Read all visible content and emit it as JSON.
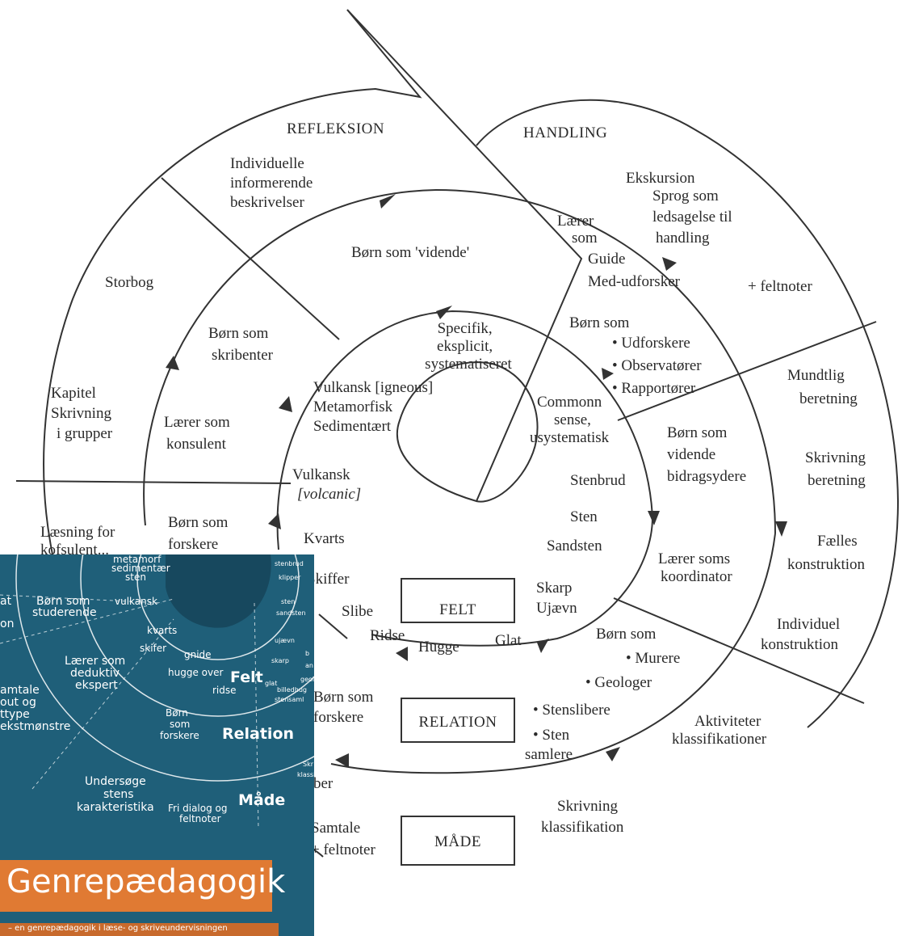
{
  "sections": {
    "refleksion": "REFLEKSION",
    "handling": "HANDLING"
  },
  "boxes": {
    "felt": "FELT",
    "relation": "RELATION",
    "maade": "MÅDE"
  },
  "labels": {
    "individuelle": [
      "Individuelle",
      "informerende",
      "beskrivelser"
    ],
    "storbog": "Storbog",
    "kapitel": [
      "Kapitel",
      "Skrivning",
      "i grupper"
    ],
    "laesning": [
      "Læsning for",
      "kofsulent..."
    ],
    "born_videnden": "Børn som 'vidende'",
    "born_skribenter": [
      "Børn som",
      "skribenter"
    ],
    "laerer_konsulent": [
      "Lærer som",
      "konsulent"
    ],
    "born_forskere": [
      "Børn som",
      "forskere"
    ],
    "specifik": [
      "Specifik,",
      "eksplicit,",
      "systematiseret"
    ],
    "vulkansk_igneous": [
      "Vulkansk [igneous]",
      "Metamorfisk",
      "Sedimentært"
    ],
    "vulkansk_volcanic": [
      "Vulkansk",
      "[volcanic]"
    ],
    "kvarts": "Kvarts",
    "skiffer": "Skiffer",
    "slibe": "Slibe",
    "ridse": "Ridse",
    "hugge": "Hugge",
    "glat": "Glat",
    "ekskursion": "Ekskursion",
    "sprog": [
      "Sprog som",
      "ledsagelse til",
      "handling"
    ],
    "laerer_guide": [
      "Lærer",
      "som",
      "Guide",
      "Med-udforsker"
    ],
    "feltnoter": "+ feltnoter",
    "born_som_list": [
      "Børn som",
      "• Udforskere",
      "• Observatører",
      "• Rapportører"
    ],
    "common_sense": [
      "Commonn",
      "sense,",
      "usystematisk"
    ],
    "stenbrud": "Stenbrud",
    "sten": "Sten",
    "sandsten": "Sandsten",
    "skarp": [
      "Skarp",
      "Ujævn"
    ],
    "born_bidrag": [
      "Børn som",
      "vidende",
      "bidragsydere"
    ],
    "laerer_koordinator": [
      "Lærer soms",
      "koordinator"
    ],
    "mundtlig": [
      "Mundtlig",
      "beretning"
    ],
    "skrivning_beretning": [
      "Skrivning",
      "beretning"
    ],
    "faelles": [
      "Fælles",
      "konstruktion"
    ],
    "individuel": [
      "Individuel",
      "konstruktion"
    ],
    "born_murere": [
      "Børn som",
      "•   Murere",
      "•   Geologer"
    ],
    "stenslibere": [
      "•   Stenslibere",
      "•   Sten",
      "samlere"
    ],
    "aktiviteter": [
      "Aktiviteter",
      "klassifikationer"
    ],
    "born_forskere2": [
      "Børn som",
      "forskere"
    ],
    "ber": "ber",
    "samtale": [
      "Samtale",
      "+ feltnoter"
    ],
    "skrivning_klass": [
      "Skrivning",
      "klassifikation"
    ]
  },
  "cover": {
    "title": "Genrepædagogik",
    "subtitle": "– en genrepædagogik i læse- og skriveundervisningen",
    "rings": {
      "felt": "Felt",
      "relation": "Relation",
      "maade": "Måde"
    },
    "texts": {
      "metamorf": [
        "metamorf",
        "sedimentær",
        "sten"
      ],
      "born_studerende": [
        "Børn som",
        "studerende"
      ],
      "vulkansk": "vulkansk",
      "kvarts": "kvarts",
      "skifer": "skifer",
      "gnide": "gnide",
      "hugge_over": "hugge over",
      "ridse": "ridse",
      "laerer_deduktiv": [
        "Lærer som",
        "deduktiv",
        "ekspert"
      ],
      "samtale": [
        "amtale",
        "out og",
        "ttype",
        "ekstmønstre"
      ],
      "born_forskere": [
        "Børn",
        "som",
        "forskere"
      ],
      "undersoge": [
        "Undersøge",
        "stens",
        "karakteristika"
      ],
      "fri_dialog": [
        "Fri dialog og",
        "feltnoter"
      ],
      "right_small": [
        "stenbrud",
        "klipper",
        "sten",
        "sandsten",
        "ujævn",
        "skarp",
        "glat",
        "billedhug",
        "stensaml"
      ],
      "left_small": [
        "at",
        "on"
      ],
      "edge_small": [
        "Skr",
        "klassi",
        "b",
        "an",
        "geolo"
      ]
    }
  }
}
